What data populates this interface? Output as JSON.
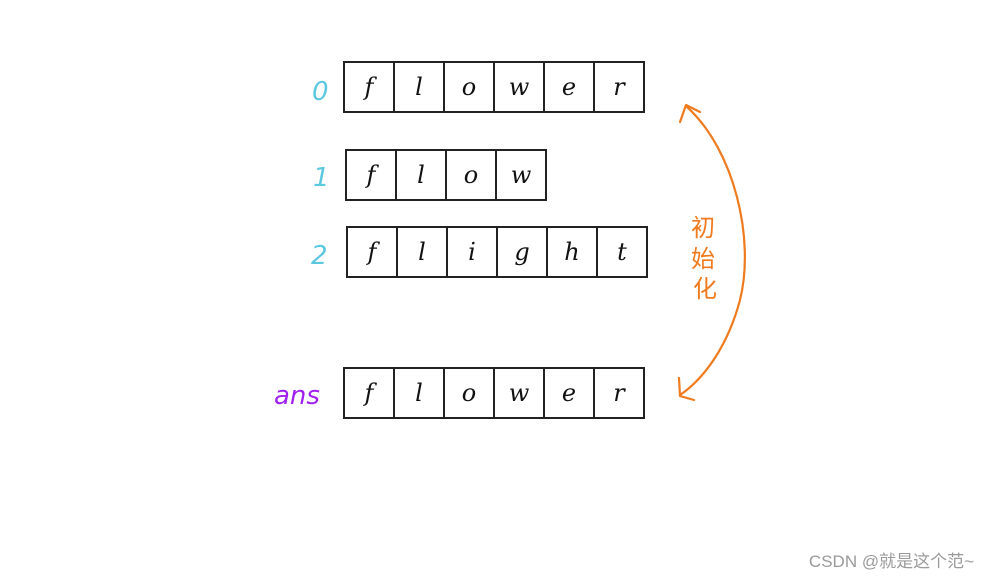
{
  "rows": [
    {
      "label": "0",
      "chars": [
        "f",
        "l",
        "o",
        "w",
        "e",
        "r"
      ]
    },
    {
      "label": "1",
      "chars": [
        "f",
        "l",
        "o",
        "w"
      ]
    },
    {
      "label": "2",
      "chars": [
        "f",
        "l",
        "i",
        "g",
        "h",
        "t"
      ]
    },
    {
      "label": "ans",
      "chars": [
        "f",
        "l",
        "o",
        "w",
        "e",
        "r"
      ]
    }
  ],
  "note": {
    "chars": [
      "初",
      "始",
      "化"
    ]
  },
  "colors": {
    "index": "#5bc8e0",
    "ans": "#a020f0",
    "arrow": "#f07a1e",
    "grid": "#222222"
  },
  "watermark": "CSDN @就是这个范~"
}
